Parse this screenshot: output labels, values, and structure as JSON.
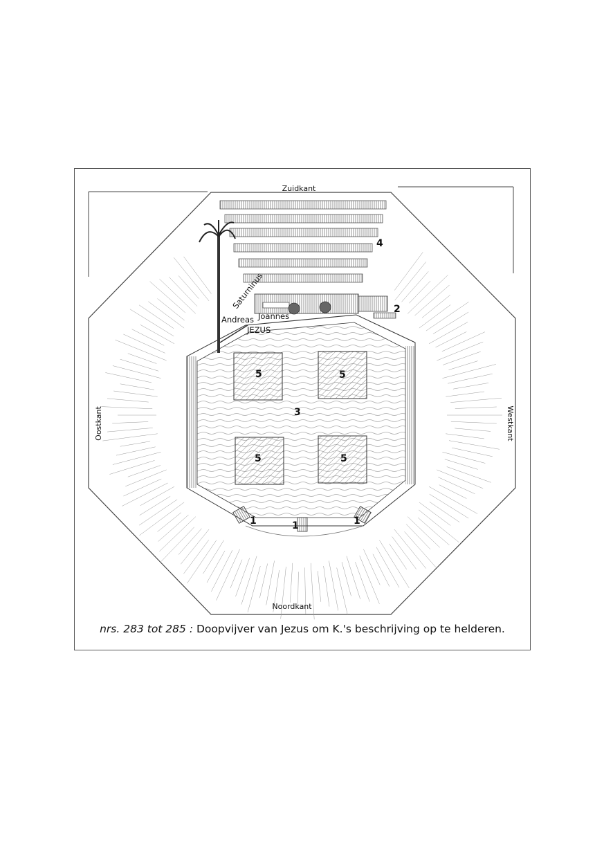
{
  "directions": {
    "south": "Zuidkant",
    "north": "Noordkant",
    "east": "Oostkant",
    "west": "Westkant"
  },
  "names": {
    "saturninus": "Saturninus",
    "andreas": "Andreas",
    "joannes": "Joannes",
    "jezus": "JEZUS"
  },
  "markers": {
    "entrance": "1",
    "side_entrance": "2",
    "pool": "3",
    "terraces": "4",
    "block": "5"
  },
  "caption": {
    "reference": "nrs. 283 tot 285 :",
    "text": " Doopvijver van Jezus om K.'s beschrijving op te helderen."
  }
}
